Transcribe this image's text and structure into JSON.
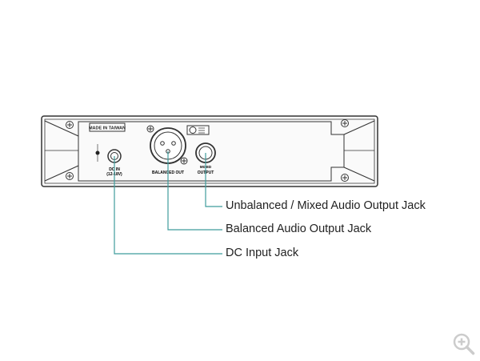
{
  "panel": {
    "made_in": "MADE IN TAIWAN",
    "dc_in_label": "DC IN",
    "dc_in_voltage": "(12-18V)",
    "balanced_out_label": "BALANCED OUT",
    "mixed_label": "MIXED",
    "output_label": "OUTPUT"
  },
  "callouts": [
    {
      "label": "Unbalanced / Mixed Audio Output Jack"
    },
    {
      "label": "Balanced Audio Output Jack"
    },
    {
      "label": "DC Input Jack"
    }
  ],
  "colors": {
    "callout_line": "#3f9c9c",
    "panel_stroke": "#333333"
  },
  "controls": {
    "zoom_icon": "zoom-in-icon"
  }
}
